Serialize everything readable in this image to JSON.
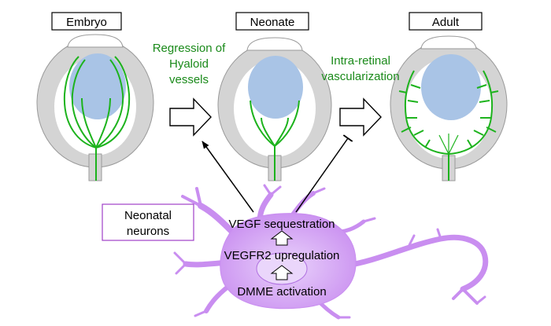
{
  "stages": [
    {
      "id": "embryo",
      "label": "Embryo"
    },
    {
      "id": "neonate",
      "label": "Neonate"
    },
    {
      "id": "adult",
      "label": "Adult"
    }
  ],
  "transitions": {
    "first": {
      "lines": [
        "Regression of",
        "Hyaloid",
        "vessels"
      ]
    },
    "second": {
      "lines": [
        "Intra-retinal",
        "vascularization"
      ]
    }
  },
  "neuron_box": {
    "lines": [
      "Neonatal",
      "neurons"
    ]
  },
  "pathway": {
    "steps": [
      "VEGF sequestration",
      "VEGFR2 upregulation",
      "DMME activation"
    ]
  },
  "colors": {
    "vessel": "#1db31d",
    "label_green": "#1a8a1a",
    "eye_outer": "#d4d4d4",
    "eye_outline": "#9a9a9a",
    "lens": "#a9c4e6",
    "neuron": "#c98ef0",
    "neuron_box_border": "#a040c8",
    "stroke": "#000000"
  }
}
